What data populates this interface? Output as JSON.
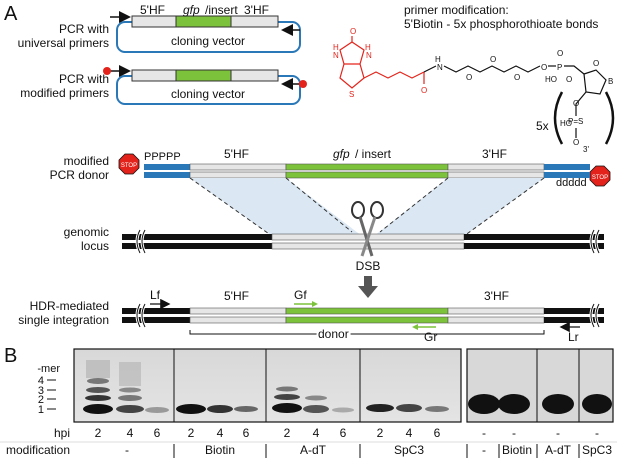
{
  "panel_a": {
    "letter": "A",
    "pcr_universal": [
      "PCR with",
      "universal primers"
    ],
    "pcr_modified": [
      "PCR with",
      "modified primers"
    ],
    "hf5": "5'HF",
    "insert_italic": "gfp",
    "insert_rest": "/insert",
    "hf3": "3'HF",
    "cloning_vector": "cloning vector",
    "primer_mod_title": "primer modification:",
    "primer_mod_desc": "5'Biotin - 5x phosphorothioate bonds",
    "chem": {
      "H": "H",
      "N": "N",
      "O": "O",
      "S": "S",
      "P": "P",
      "B": "B",
      "HO": "HO",
      "PS": "P=S",
      "three_prime": "3'",
      "five_x": "5x",
      "NH": "N",
      "HH": "H"
    },
    "donor_label": [
      "modified",
      "PCR donor"
    ],
    "stop": "STOP",
    "ppppp": "PPPPP",
    "ddddd": "ddddd",
    "donor_hf5": "5'HF",
    "donor_insert_italic": "gfp",
    "donor_insert_rest": " / insert",
    "donor_hf3": "3'HF",
    "locus_label": [
      "genomic",
      "locus"
    ],
    "dsb": "DSB",
    "hdr_label": [
      "HDR-mediated",
      "single integration"
    ],
    "lf": "Lf",
    "gf": "Gf",
    "gr": "Gr",
    "lr": "Lr",
    "hdr_hf5": "5'HF",
    "hdr_hf3": "3'HF",
    "donor_bracket": "donor"
  },
  "panel_b": {
    "letter": "B",
    "mer_label": "-mer",
    "mer_ticks": [
      "4",
      "3",
      "2",
      "1"
    ],
    "hpi_label": "hpi",
    "modification_label": "modification",
    "hpi_values": [
      "2",
      "4",
      "6",
      "2",
      "4",
      "6",
      "2",
      "4",
      "6",
      "2",
      "4",
      "6",
      "-",
      "-",
      "-",
      "-"
    ],
    "modifications": [
      "-",
      "Biotin",
      "A-dT",
      "SpC3",
      "-",
      "Biotin",
      "A-dT",
      "SpC3"
    ]
  },
  "colors": {
    "green": "#7cc23a",
    "blue": "#2a78b8",
    "red": "#e3231b",
    "grey_fill": "#e6e6e6",
    "highlight": "#dbe8f4"
  }
}
